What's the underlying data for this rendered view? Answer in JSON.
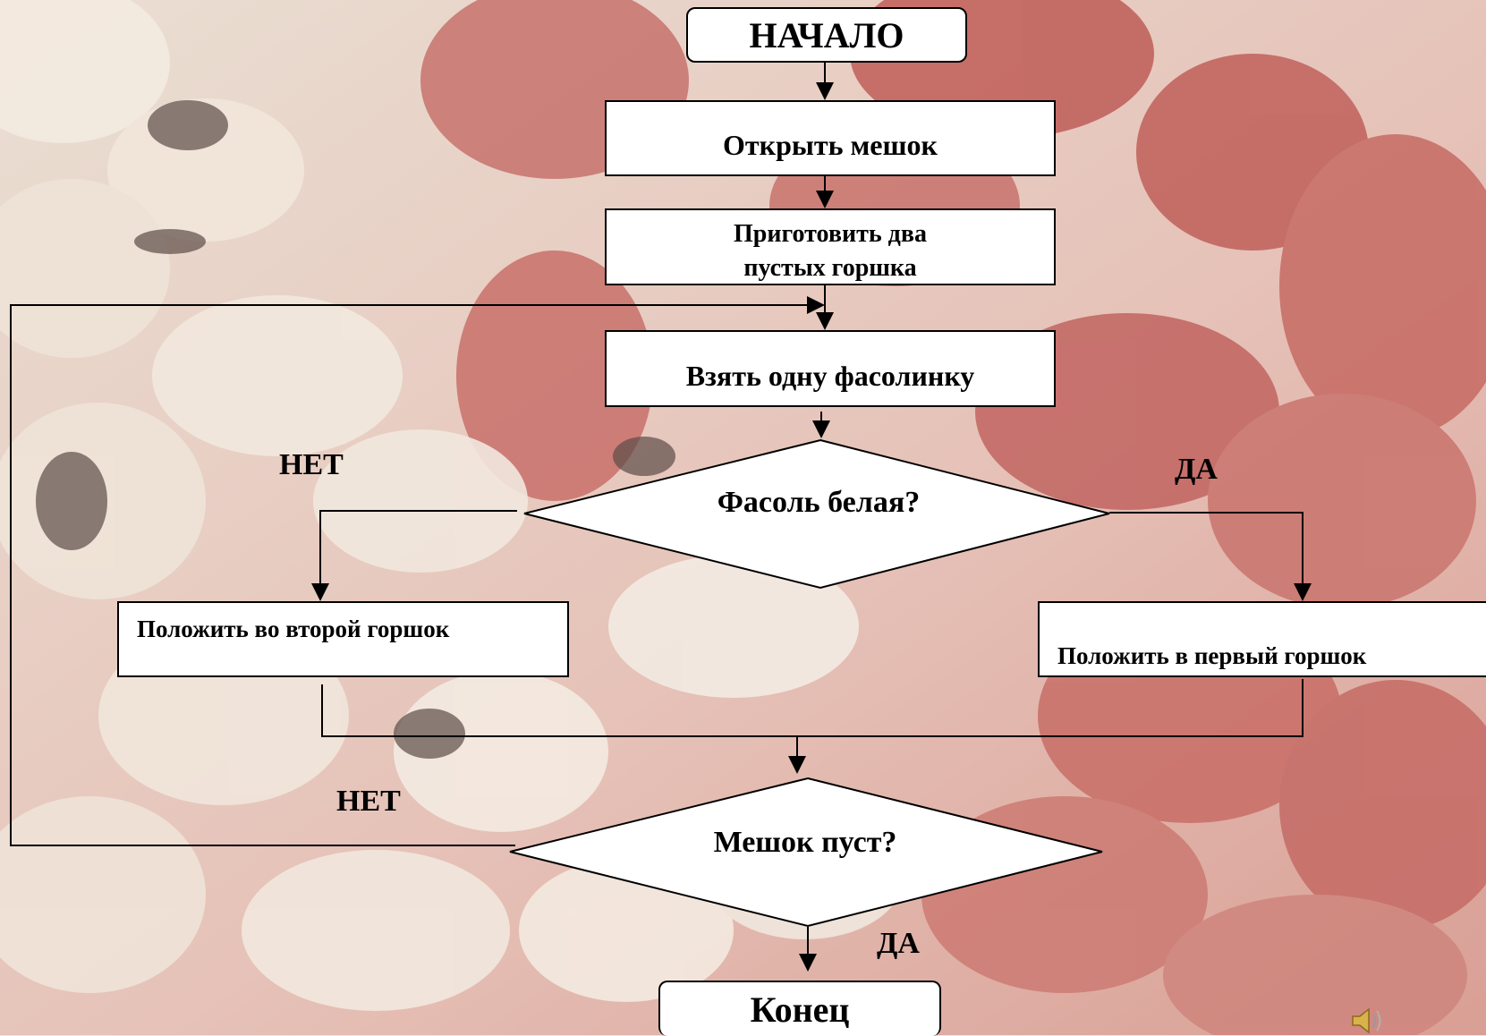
{
  "colors": {
    "box_fill": "#ffffff",
    "line": "#000000",
    "white_bean": "#f3e8dc",
    "red_bean": "#b8504b"
  },
  "flowchart": {
    "start": "НАЧАЛО",
    "step_open_bag": "Открыть мешок",
    "step_prepare_line1": "Приготовить два",
    "step_prepare_line2": "пустых горшка",
    "step_take_bean": "Взять одну фасолинку",
    "decision_white": "Фасоль белая?",
    "label_no_1": "НЕТ",
    "label_yes_1": "ДА",
    "step_second_pot": "Положить во второй горшок",
    "step_first_pot": "Положить в первый горшок",
    "decision_empty": "Мешок пуст?",
    "label_no_2": "НЕТ",
    "label_yes_2": "ДА",
    "end": "Конец"
  },
  "icons": {
    "sound": "speaker-icon"
  }
}
